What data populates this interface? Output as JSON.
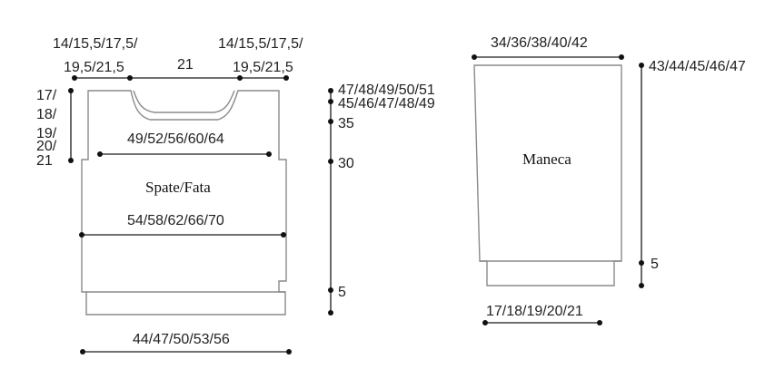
{
  "back_front_piece": {
    "label": "Spate/Fata",
    "shoulder_left": [
      "14/15,5/17,5/",
      "19,5/21,5"
    ],
    "neck_width": "21",
    "shoulder_right": [
      "14/15,5/17,5/",
      "19,5/21,5"
    ],
    "armhole_depth": [
      "17/",
      "18/",
      "19/",
      "20/",
      "21"
    ],
    "chest_width": "49/52/56/60/64",
    "hip_width": "54/58/62/66/70",
    "bottom_width": "44/47/50/53/56",
    "total_length": "47/48/49/50/51",
    "shoulder_height": "45/46/47/48/49",
    "neck_drop_height": "35",
    "armhole_start_height": "30",
    "ribbing_height": "5"
  },
  "sleeve_piece": {
    "label": "Maneca",
    "top_width": "34/36/38/40/42",
    "length": "43/44/45/46/47",
    "cuff_height": "5",
    "cuff_width": "17/18/19/20/21"
  },
  "colors": {
    "outline": "#8a8a8a",
    "guide": "#1a1a1a",
    "text": "#222222"
  }
}
